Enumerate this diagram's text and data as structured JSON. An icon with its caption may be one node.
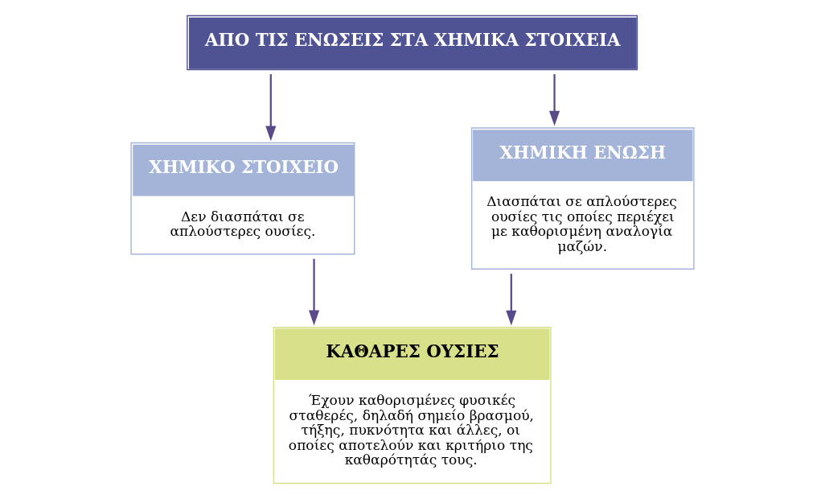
{
  "diagram": {
    "nodes": [
      {
        "text": [
          "ΑΠΟ ΤΙΣ ΕΝΩΣΕΙΣ ΣΤΑ ΧΗΜΙΚΑ ΣΤΟΙΧΕΙΑ"
        ]
      },
      {
        "text": [
          "ΧΗΜΙΚΟ ΣΤΟΙΧΕΙΟ",
          "Δεν διασπάται σε απλούστερες ουσίες."
        ]
      },
      {
        "text": [
          "ΧΗΜΙΚΗ ΕΝΩΣΗ",
          "Διασπάται σε απλούστερες ουσίες τις οποίες περιέχει με καθορισμένη αναλογία μαζών."
        ]
      },
      {
        "text": [
          "ΚΑΘΑΡΕΣ ΟΥΣΙΕΣ",
          "Έχουν καθορισμένες φυσικές σταθερές, δηλαδή σημείο βρασμού, τήξης, πυκνότητα και άλλες, οι οποίες αποτελούν και κριτήριο της καθαρότητάς τους."
        ]
      }
    ],
    "edges": [
      {
        "from": 0,
        "to": 1,
        "arrow": "to"
      },
      {
        "from": 0,
        "to": 2,
        "arrow": "to"
      },
      {
        "from": 1,
        "to": 3,
        "arrow": "to"
      },
      {
        "from": 2,
        "to": 3,
        "arrow": "to"
      }
    ]
  }
}
